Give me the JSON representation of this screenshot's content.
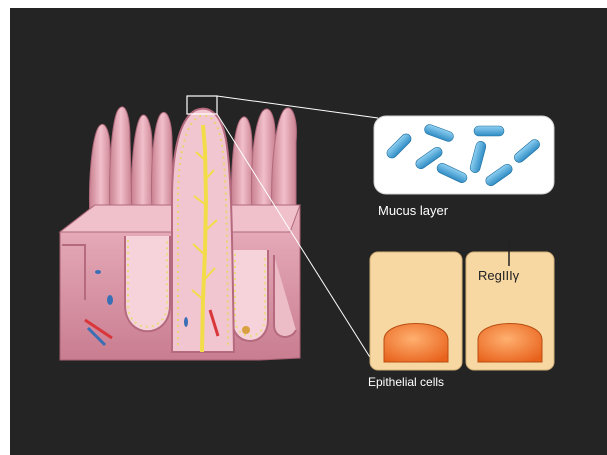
{
  "labels": {
    "mucus": "Mucus layer",
    "regiii": "RegIIIγ",
    "epithelial": "Epithelial cells"
  },
  "colors": {
    "background": "#242424",
    "tissue": "#e8a9b6",
    "bacteria": "#4fa8d8",
    "cell": "#f7d7a2",
    "nucleus": "#f07a2a",
    "vessel": "#f2dc48"
  },
  "icons": [
    "intestinal-villi-illustration",
    "rod-bacteria",
    "epithelial-cell",
    "cell-nucleus"
  ]
}
